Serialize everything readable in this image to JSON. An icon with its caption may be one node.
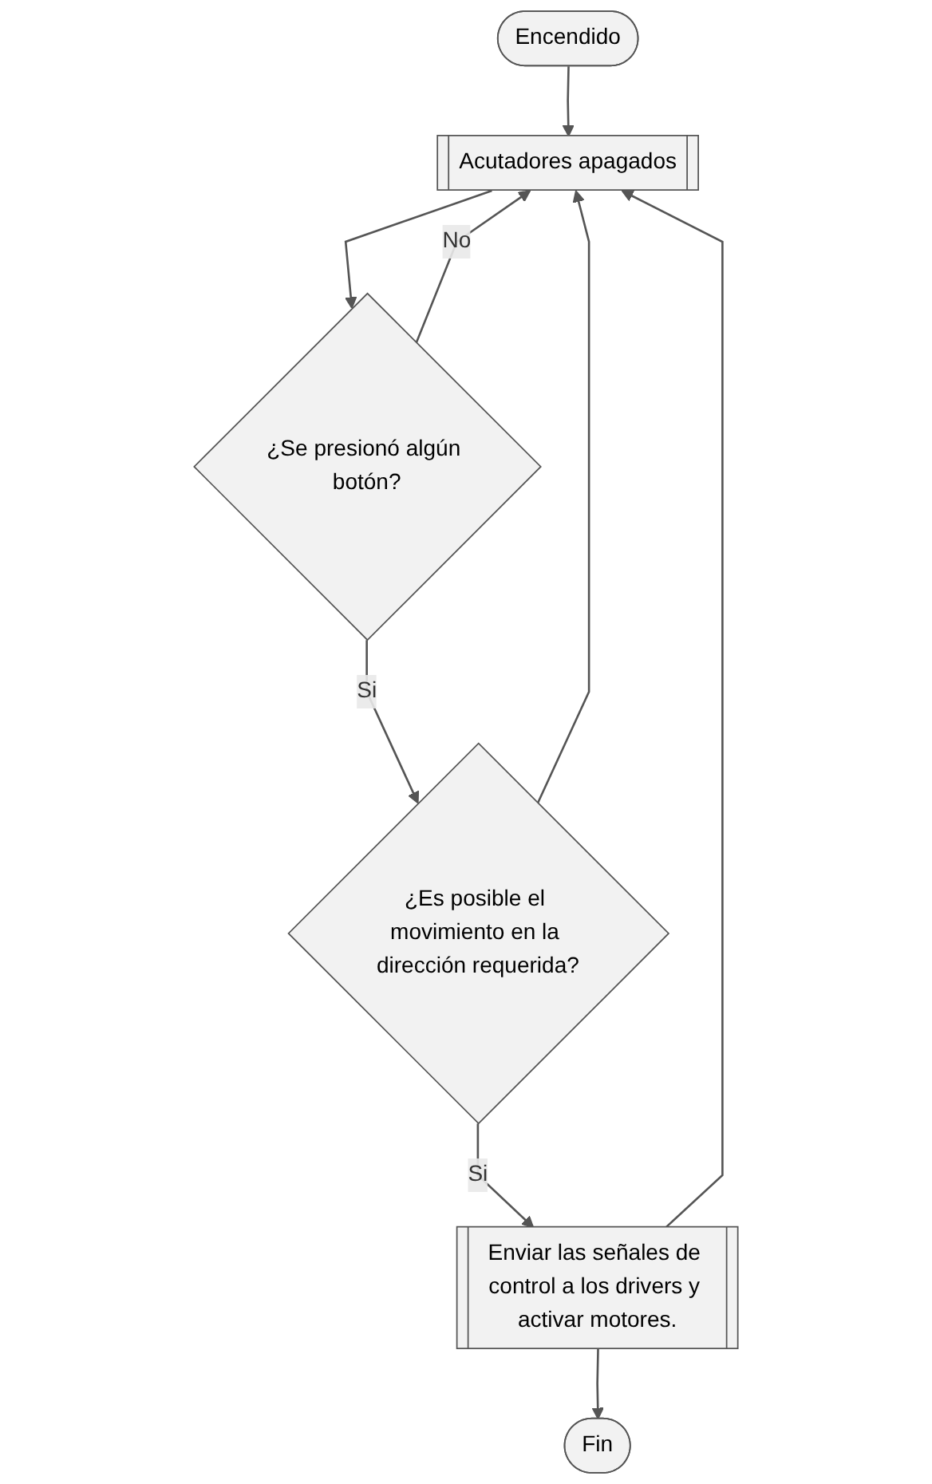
{
  "diagram": {
    "nodes": [
      {
        "text": [
          "Encendido"
        ]
      },
      {
        "text": [
          "Acutadores apagados"
        ]
      },
      {
        "text": [
          "¿Se presionó algún botón?"
        ]
      },
      {
        "text": [
          "¿Es posible el movimiento en la dirección requerida?"
        ]
      },
      {
        "text": [
          "Enviar las señales de control a los drivers y activar motores."
        ]
      },
      {
        "text": [
          "Fin"
        ]
      }
    ],
    "edges": [
      {
        "from": 0,
        "to": 1,
        "arrow": "to"
      },
      {
        "from": 1,
        "to": 2,
        "arrow": "to"
      },
      {
        "from": 2,
        "to": 1,
        "arrow": "to",
        "label": "No"
      },
      {
        "from": 2,
        "to": 3,
        "arrow": "to",
        "label": "Si"
      },
      {
        "from": 3,
        "to": 1,
        "arrow": "to"
      },
      {
        "from": 3,
        "to": 4,
        "arrow": "to",
        "label": "Si"
      },
      {
        "from": 4,
        "to": 1,
        "arrow": "to"
      },
      {
        "from": 4,
        "to": 5,
        "arrow": "to"
      }
    ]
  }
}
